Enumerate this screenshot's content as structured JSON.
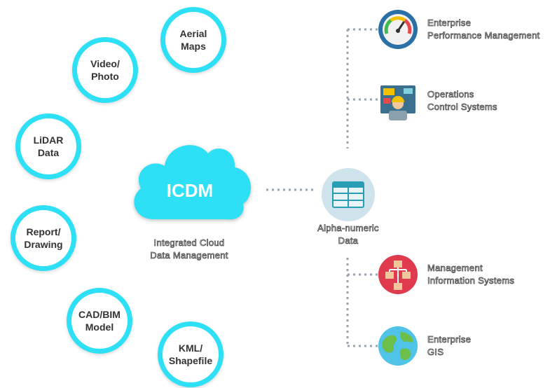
{
  "hub": {
    "title": "ICDM",
    "caption": "Integrated Cloud\nData Management"
  },
  "sources": [
    {
      "name": "aerial-maps",
      "label": "Aerial\nMaps"
    },
    {
      "name": "video-photo",
      "label": "Video/\nPhoto"
    },
    {
      "name": "lidar-data",
      "label": "LiDAR\nData"
    },
    {
      "name": "report-drawing",
      "label": "Report/\nDrawing"
    },
    {
      "name": "cad-bim-model",
      "label": "CAD/BIM\nModel"
    },
    {
      "name": "kml-shapefile",
      "label": "KML/\nShapefile"
    }
  ],
  "data_node": {
    "label": "Alpha-numeric\nData",
    "icon": "table-icon"
  },
  "outputs": [
    {
      "name": "enterprise-performance-management",
      "label": "Enterprise\nPerformance Management",
      "icon": "gauge-icon"
    },
    {
      "name": "operations-control-systems",
      "label": "Operations\nControl Systems",
      "icon": "operator-icon"
    },
    {
      "name": "management-information-systems",
      "label": "Management\nInformation Systems",
      "icon": "flowchart-icon"
    },
    {
      "name": "enterprise-gis",
      "label": "Enterprise\nGIS",
      "icon": "globe-icon"
    }
  ],
  "colors": {
    "accent": "#2ee0f5",
    "cloud": "#2ee0f5",
    "connector": "#9aa3ad"
  }
}
